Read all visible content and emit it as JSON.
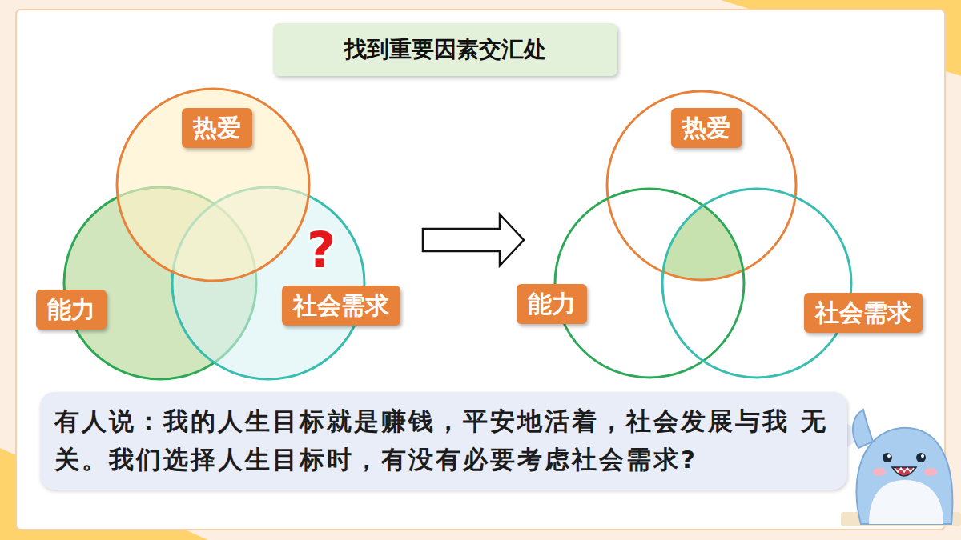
{
  "diagram": {
    "title": "找到重要因素交汇处",
    "nodes": [
      {
        "text": [
          "热爱"
        ]
      },
      {
        "text": [
          "能力"
        ]
      },
      {
        "text": [
          "社会需求"
        ]
      },
      {
        "text": [
          "热爱"
        ]
      },
      {
        "text": [
          "能力"
        ]
      },
      {
        "text": [
          "社会需求"
        ]
      },
      {
        "text": [
          "有人说：我的人生目标就是赚钱，平安地活着，社会发展与我 无关。我们选择人生目标时，有没有必要考虑社会需求?"
        ]
      }
    ],
    "labels": [
      "?"
    ]
  }
}
